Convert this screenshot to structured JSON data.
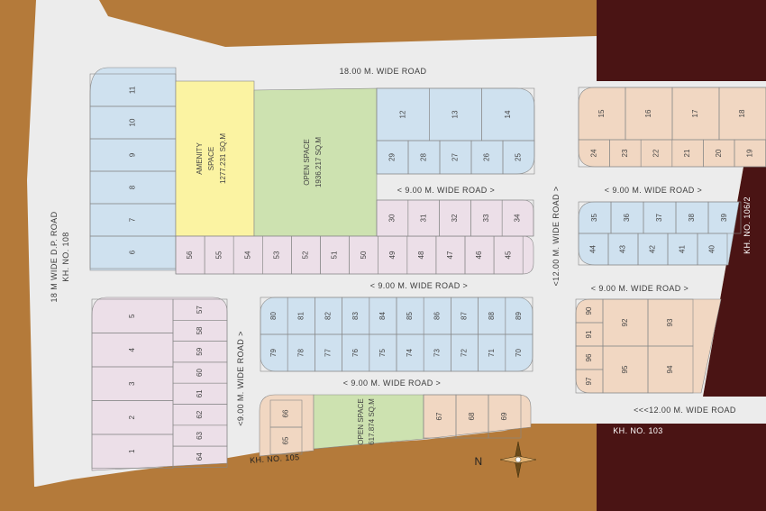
{
  "roads": {
    "top": "18.00 M. WIDE ROAD",
    "west": "18 M WIDE D.P. ROAD",
    "west_kh": "KH. NO. 108",
    "inner_1": "< 9.00 M. WIDE ROAD >",
    "inner_2": "< 9.00 M. WIDE ROAD >",
    "inner_3": "< 9.00 M. WIDE ROAD >",
    "inner_4": "< 9.00 M. WIDE ROAD >",
    "inner_5": "< 9.00 M. WIDE ROAD >",
    "vertical_9": "<9.00 M. WIDE ROAD >",
    "vertical_12": "<12.00 M. WIDE ROAD >",
    "south_12": "<<<12.00 M. WIDE ROAD"
  },
  "khasra": {
    "east": "KH. NO. 106/2",
    "south_east": "KH. NO. 103",
    "south": "KH. NO. 105"
  },
  "amenity": {
    "name_1": "AMENITY",
    "name_2": "SPACE",
    "area": "1277.231 SQ.M"
  },
  "open_space_1": {
    "name": "OPEN SPACE",
    "area": "1936.217 SQ.M"
  },
  "open_space_2": {
    "name": "OPEN SPACE",
    "area": "617.874 SQ.M"
  },
  "compass": {
    "north": "N"
  },
  "colors": {
    "blue": "#cfe1ef",
    "pink": "#ecdfe8",
    "peach": "#f1d7c2",
    "yellow": "#fbf3a2",
    "green": "#cde2b0",
    "land": "#b47a3a",
    "dark_land": "#4a1414"
  },
  "plots": {
    "block_a": [
      "11",
      "10",
      "9",
      "8",
      "7",
      "6"
    ],
    "block_b": [
      "56",
      "55",
      "54",
      "53",
      "52",
      "51",
      "50",
      "49",
      "48",
      "47",
      "46",
      "45"
    ],
    "block_c_top": [
      "12",
      "13",
      "14"
    ],
    "block_c_bottom": [
      "29",
      "28",
      "27",
      "26",
      "25"
    ],
    "block_d": [
      "30",
      "31",
      "32",
      "33",
      "34"
    ],
    "block_e_top": [
      "15",
      "16",
      "17",
      "18"
    ],
    "block_e_bottom": [
      "24",
      "23",
      "22",
      "21",
      "20",
      "19"
    ],
    "block_f_top": [
      "35",
      "36",
      "37",
      "38",
      "39"
    ],
    "block_f_bottom": [
      "44",
      "43",
      "42",
      "41",
      "40"
    ],
    "block_g_big": [
      "5",
      "4",
      "3",
      "2",
      "1"
    ],
    "block_g_small": [
      "57",
      "58",
      "59",
      "60",
      "61",
      "62",
      "63",
      "64"
    ],
    "block_h_top": [
      "80",
      "81",
      "82",
      "83",
      "84",
      "85",
      "86",
      "87",
      "88",
      "89"
    ],
    "block_h_bottom": [
      "79",
      "78",
      "77",
      "76",
      "75",
      "74",
      "73",
      "72",
      "71",
      "70"
    ],
    "block_i": [
      "90",
      "91",
      "96",
      "97"
    ],
    "block_i_big": [
      "92",
      "93",
      "95",
      "94"
    ],
    "block_j": [
      "66",
      "65"
    ],
    "block_k": [
      "67",
      "68",
      "69"
    ]
  }
}
